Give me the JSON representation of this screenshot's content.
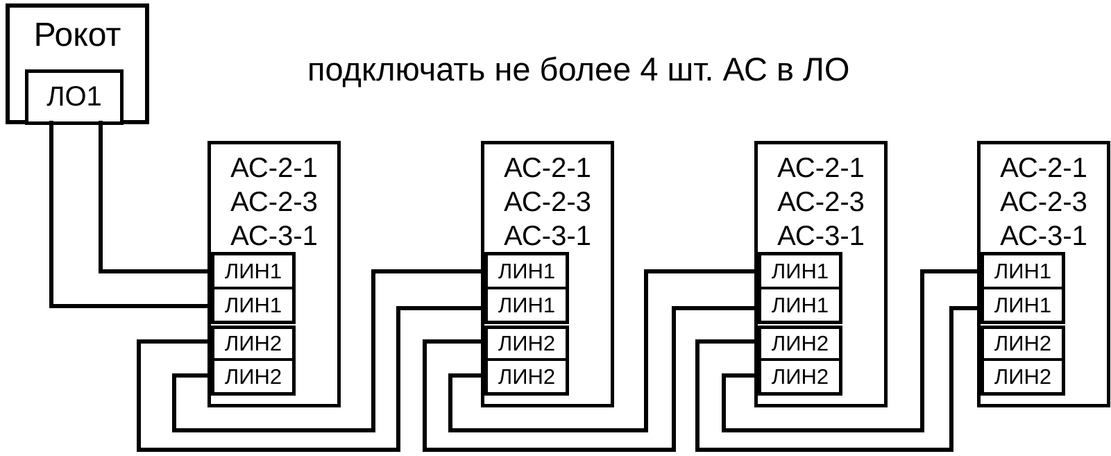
{
  "title": "подключать не более 4 шт. АС в ЛО",
  "source_device": {
    "label": "Рокот",
    "output_label": "ЛО1"
  },
  "speakers": [
    {
      "models": [
        "АС-2-1",
        "АС-2-3",
        "АС-3-1"
      ],
      "terminals": [
        "ЛИН1",
        "ЛИН1",
        "ЛИН2",
        "ЛИН2"
      ]
    },
    {
      "models": [
        "АС-2-1",
        "АС-2-3",
        "АС-3-1"
      ],
      "terminals": [
        "ЛИН1",
        "ЛИН1",
        "ЛИН2",
        "ЛИН2"
      ]
    },
    {
      "models": [
        "АС-2-1",
        "АС-2-3",
        "АС-3-1"
      ],
      "terminals": [
        "ЛИН1",
        "ЛИН1",
        "ЛИН2",
        "ЛИН2"
      ]
    },
    {
      "models": [
        "АС-2-1",
        "АС-2-3",
        "АС-3-1"
      ],
      "terminals": [
        "ЛИН1",
        "ЛИН1",
        "ЛИН2",
        "ЛИН2"
      ]
    }
  ],
  "colors": {
    "line": "#000000",
    "background": "#ffffff"
  }
}
